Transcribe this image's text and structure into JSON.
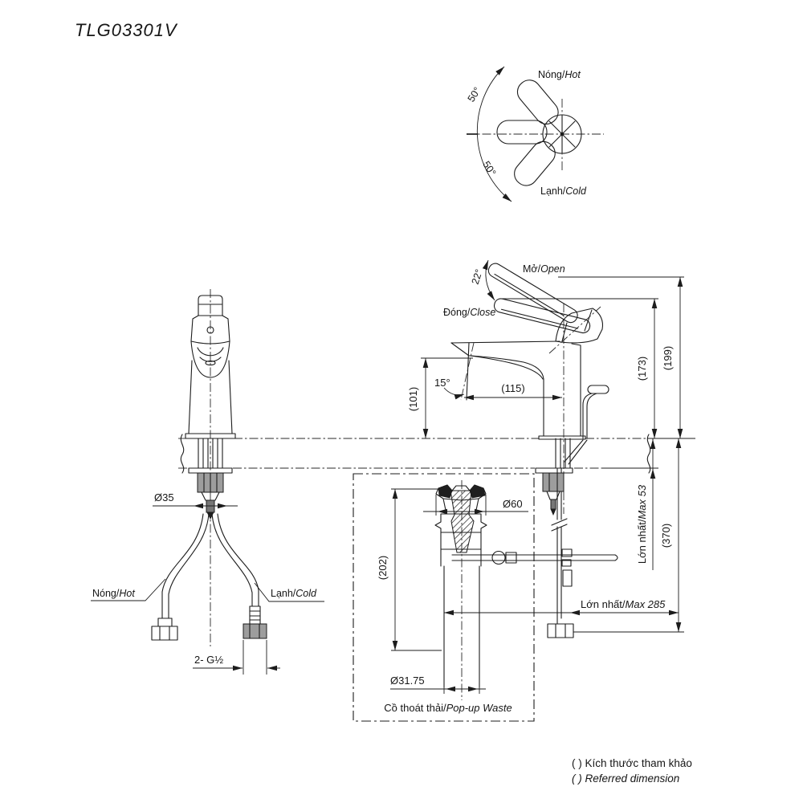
{
  "title": "TLG03301V",
  "rotation_view": {
    "hot": {
      "vi": "Nóng/",
      "en": "Hot"
    },
    "cold": {
      "vi": "Lạnh/",
      "en": "Cold"
    },
    "angle_up": "50°",
    "angle_down": "50°"
  },
  "side_view": {
    "open": {
      "vi": "Mở/",
      "en": "Open"
    },
    "close": {
      "vi": "Đóng/",
      "en": "Close"
    },
    "open_angle": "22°",
    "outlet_angle": "15°",
    "reach": "(115)",
    "outlet_height": "(101)",
    "spout_height": "(173)",
    "total_height": "(199)"
  },
  "front_view": {
    "body_dia": "Ø35",
    "hot": {
      "vi": "Nóng/",
      "en": "Hot"
    },
    "cold": {
      "vi": "Lạnh/",
      "en": "Cold"
    },
    "thread": "2- G½"
  },
  "popup_waste": {
    "caption": {
      "vi": "Cồ thoát thải/",
      "en": "Pop-up Waste"
    },
    "flange_dia": "Ø60",
    "length": "(202)",
    "pipe_dia": "Ø31.75"
  },
  "install": {
    "max_counter": {
      "vi": "Lớn nhất/",
      "en": "Max 53"
    },
    "under_depth": "(370)",
    "max_rod": {
      "vi": "Lớn nhất/",
      "en": "Max 285"
    }
  },
  "notes": {
    "vi": "( ) Kích thước tham khảo",
    "en": "( ) Referred dimension"
  }
}
